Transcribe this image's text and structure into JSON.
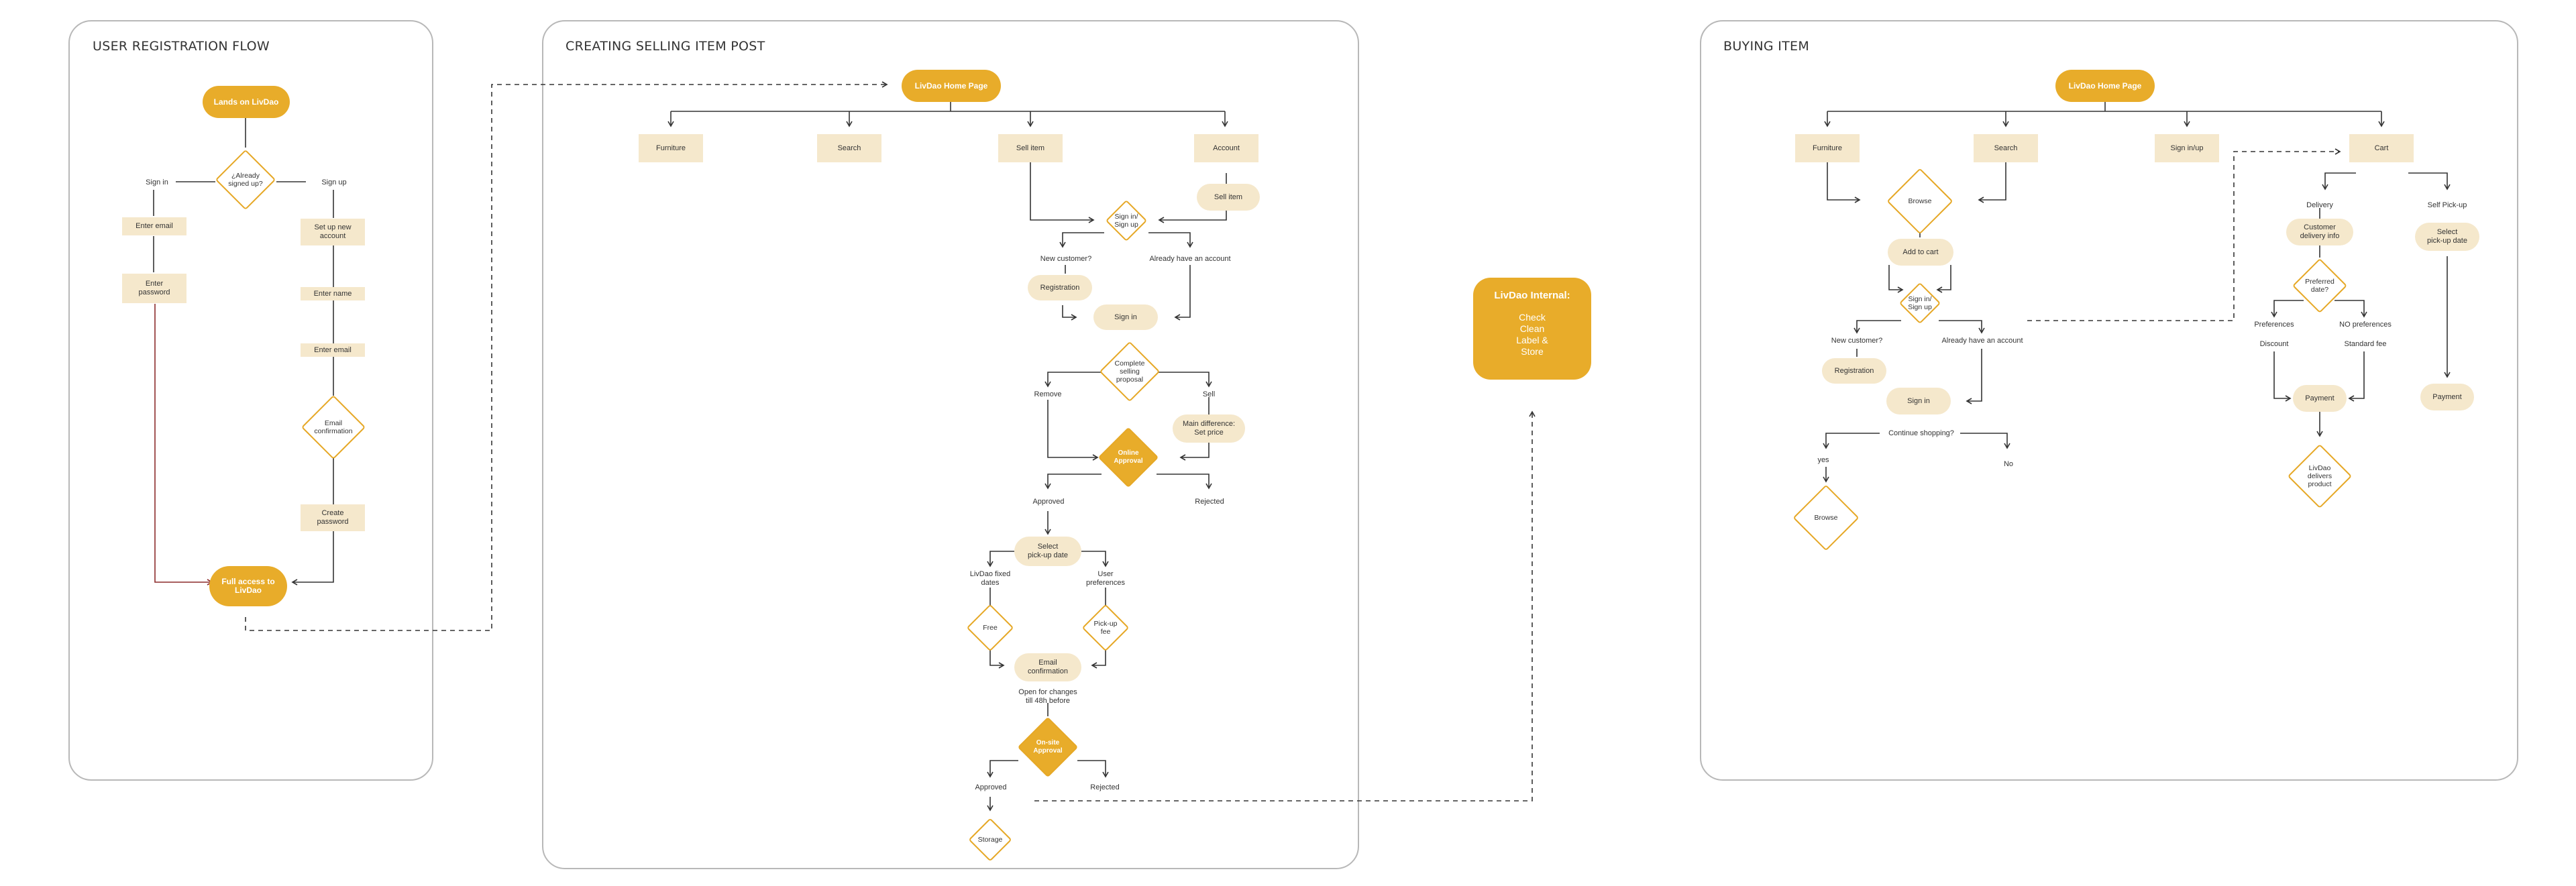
{
  "colors": {
    "accent": "#e8ac2a",
    "node_fill": "#f5e8cc",
    "diamond_border": "#e6a826",
    "line": "#333333",
    "panel_border": "#b8b8b8"
  },
  "registration": {
    "title": "USER REGISTRATION FLOW",
    "lands": "Lands on LivDao",
    "already_signed": "¿Already\nsigned up?",
    "sign_in": "Sign in",
    "sign_up": "Sign up",
    "enter_email_a": "Enter email",
    "enter_password": "Enter\npassword",
    "set_up_account": "Set up new\naccount",
    "enter_name": "Enter name",
    "enter_email_b": "Enter email",
    "email_confirmation": "Email\nconfirmation",
    "create_password": "Create\npassword",
    "full_access": "Full access to\nLivDao"
  },
  "selling": {
    "title": "CREATING SELLING ITEM POST",
    "home": "LivDao Home Page",
    "furniture": "Furniture",
    "search": "Search",
    "sell_item": "Sell item",
    "account": "Account",
    "sell_item_pill": "Sell item",
    "sign_in_up": "Sign in/\nSign up",
    "new_customer": "New customer?",
    "already_account": "Already have an account",
    "registration": "Registration",
    "sign_in": "Sign in",
    "complete_proposal": "Complete\nselling\nproposal",
    "remove": "Remove",
    "sell": "Sell",
    "main_difference": "Main difference:\nSet price",
    "online_approval": "Online\nApproval",
    "approved": "Approved",
    "rejected": "Rejected",
    "select_pickup": "Select\npick-up date",
    "fixed_dates": "LivDao fixed\ndates",
    "user_prefs": "User\npreferences",
    "free": "Free",
    "pickup_fee": "Pick-up\nfee",
    "email_confirmation": "Email\nconfirmation",
    "open_changes": "Open for changes\ntill 48h before",
    "onsite_approval": "On-site\nApproval",
    "approved2": "Approved",
    "rejected2": "Rejected",
    "storage": "Storage"
  },
  "internal": {
    "title": "LivDao Internal:",
    "body": "Check\nClean\nLabel &\nStore"
  },
  "buying": {
    "title": "BUYING ITEM",
    "home": "LivDao Home Page",
    "furniture": "Furniture",
    "search": "Search",
    "sign_in_up": "Sign in/up",
    "cart": "Cart",
    "browse": "Browse",
    "add_to_cart": "Add to cart",
    "sign_in_up_diamond": "Sign in/\nSign up",
    "new_customer": "New customer?",
    "already_account": "Already have an account",
    "registration": "Registration",
    "sign_in": "Sign in",
    "continue_shopping": "Continue shopping?",
    "yes": "yes",
    "no": "No",
    "browse2": "Browse",
    "delivery": "Delivery",
    "self_pickup": "Self Pick-up",
    "customer_delivery": "Customer\ndelivery info",
    "select_pickup": "Select\npick-up date",
    "preferred_date": "Preferred\ndate?",
    "preferences": "Preferences",
    "no_preferences": "NO preferences",
    "discount": "Discount",
    "standard_fee": "Standard fee",
    "payment": "Payment",
    "payment2": "Payment",
    "livdao_delivers": "LivDao\ndelivers\nproduct"
  }
}
